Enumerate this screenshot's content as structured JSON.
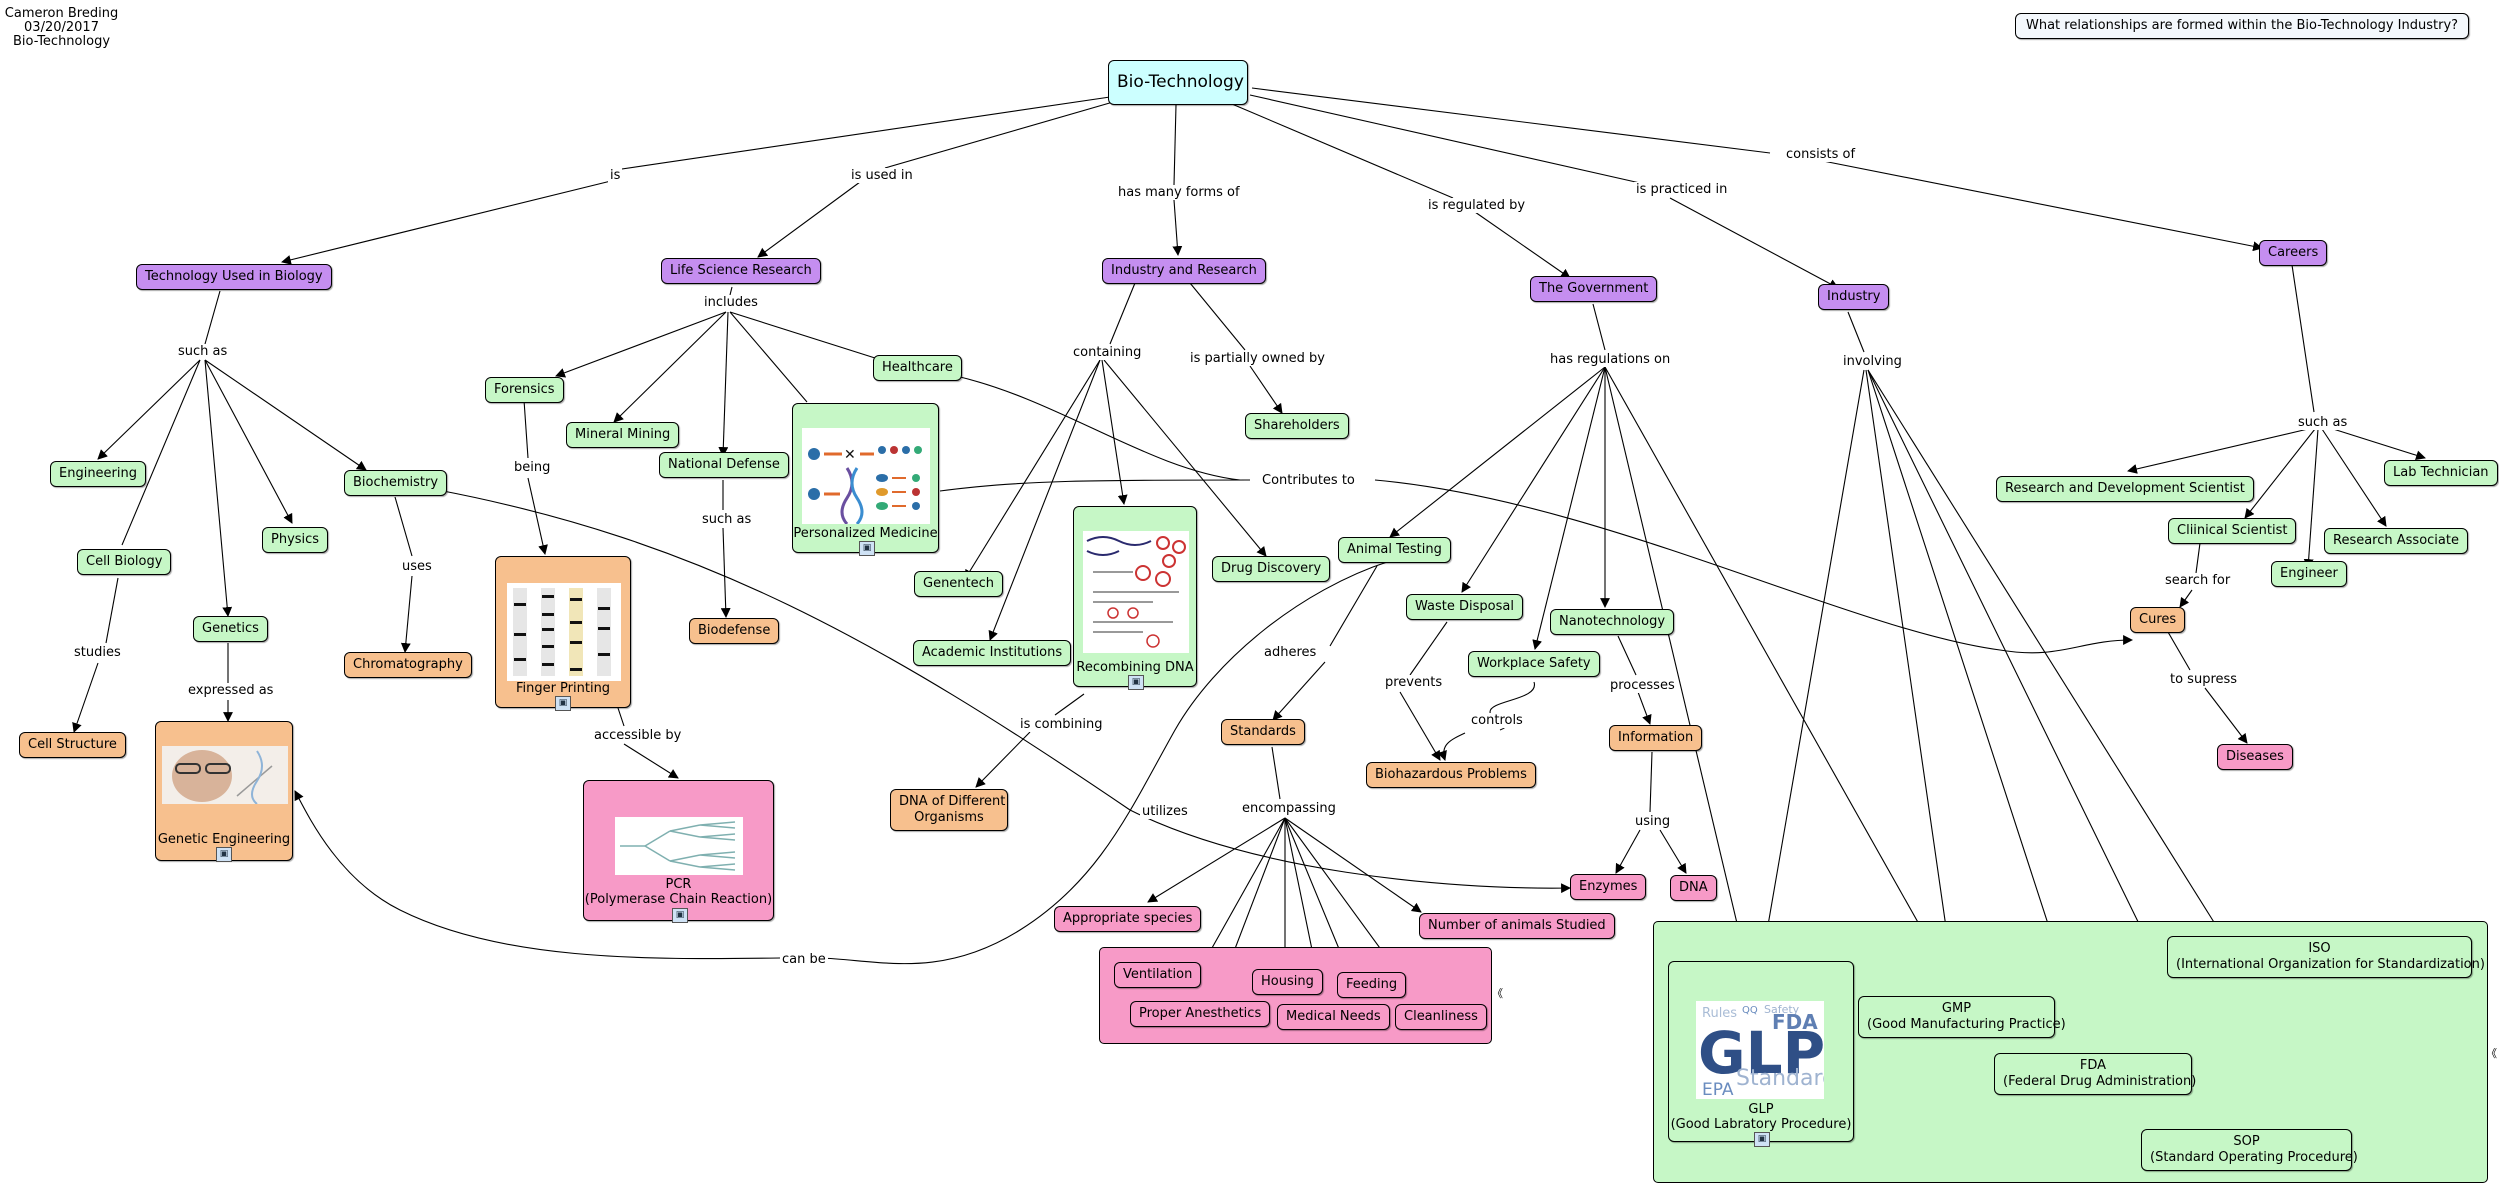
{
  "meta": {
    "author": "Cameron Breding",
    "date": "03/20/2017",
    "topic": "Bio-Technology"
  },
  "focus_question": "What relationships are formed within the Bio-Technology Industry?",
  "nodes": {
    "root": "Bio-Technology",
    "tech_biology": "Technology Used in Biology",
    "life_science": "Life Science Research",
    "industry_research": "Industry and Research",
    "government": "The Government",
    "industry": "Industry",
    "careers": "Careers",
    "engineering": "Engineering",
    "cell_biology": "Cell Biology",
    "genetics": "Genetics",
    "physics": "Physics",
    "biochemistry": "Biochemistry",
    "cell_structure": "Cell Structure",
    "chromatography": "Chromatography",
    "genetic_engineering": "Genetic Engineering",
    "forensics": "Forensics",
    "mineral_mining": "Mineral Mining",
    "national_defense": "National Defense",
    "healthcare": "Healthcare",
    "personalized_medicine": "Personalized Medicine",
    "biodefense": "Biodefense",
    "finger_printing": "Finger Printing",
    "pcr_line1": "PCR",
    "pcr_line2": "(Polymerase Chain Reaction)",
    "shareholders": "Shareholders",
    "genentech": "Genentech",
    "academic": "Academic Institutions",
    "recombining_dna": "Recombining DNA",
    "drug_discovery": "Drug Discovery",
    "dna_orgs_line1": "DNA of Different",
    "dna_orgs_line2": "Organisms",
    "animal_testing": "Animal Testing",
    "waste_disposal": "Waste Disposal",
    "workplace_safety": "Workplace Safety",
    "nanotech": "Nanotechnology",
    "standards": "Standards",
    "biohazard": "Biohazardous Problems",
    "information": "Information",
    "enzymes": "Enzymes",
    "dna": "DNA",
    "appropriate_species": "Appropriate species",
    "num_animals": "Number of animals Studied",
    "ventilation": "Ventilation",
    "housing": "Housing",
    "feeding": "Feeding",
    "proper_anesthetics": "Proper Anesthetics",
    "medical_needs": "Medical Needs",
    "cleanliness": "Cleanliness",
    "rd_scientist": "Research and Development Scientist",
    "lab_tech": "Lab Technician",
    "clinical_scientist": "Cliinical Scientist",
    "research_associate": "Research Associate",
    "engineer": "Engineer",
    "cures": "Cures",
    "diseases": "Diseases",
    "iso_line1": "ISO",
    "iso_line2": "(International Organization for Standardization)",
    "gmp_line1": "GMP",
    "gmp_line2": "(Good Manufacturing Practice)",
    "fda_line1": "FDA",
    "fda_line2": "(Federal Drug Administration)",
    "sop_line1": "SOP",
    "sop_line2": "(Standard Operating Procedure)",
    "glp_line1": "GLP",
    "glp_line2": "(Good Labratory Procedure)"
  },
  "links": {
    "is": "is",
    "is_used_in": "is used in",
    "has_many_forms": "has many forms of",
    "is_regulated_by": "is regulated by",
    "is_practiced_in": "is practiced in",
    "consists_of": "consists of",
    "such_as_1": "such as",
    "includes": "includes",
    "containing": "containing",
    "partially_owned": "is partially owned by",
    "has_regulations": "has regulations on",
    "involving": "involving",
    "such_as_careers": "such as",
    "being": "being",
    "uses": "uses",
    "studies": "studies",
    "expressed_as": "expressed as",
    "such_as_defense": "such as",
    "contributes_to": "Contributes to",
    "accessible_by": "accessible by",
    "is_combining": "is combining",
    "utilizes": "utilizes",
    "adheres": "adheres",
    "prevents": "prevents",
    "controls": "controls",
    "processes": "processes",
    "using": "using",
    "encompassing": "encompassing",
    "can_be": "can be",
    "search_for": "search for",
    "to_supress": "to supress"
  },
  "glp_cloud_words": [
    "Rules",
    "QQ",
    "Safety",
    "FDA",
    "GLP",
    "EPA",
    "Standards"
  ],
  "icons": {
    "resource": "image-resource-icon",
    "collapse": "collapse-icon"
  }
}
